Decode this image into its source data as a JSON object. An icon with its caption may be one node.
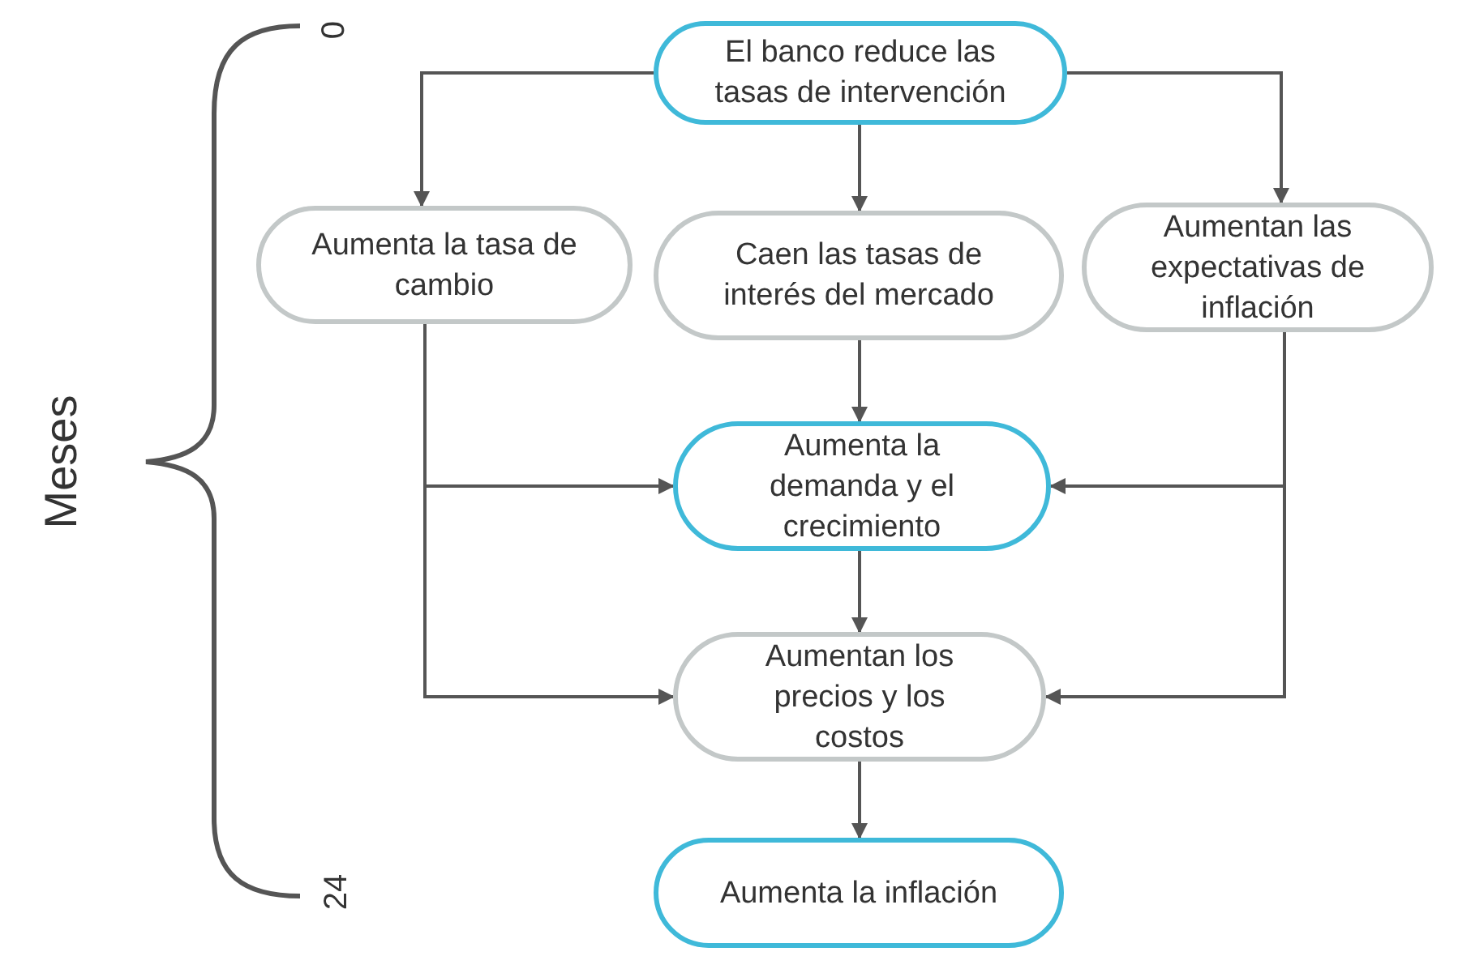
{
  "diagram": {
    "nodes": [
      {
        "text": [
          "El banco reduce las tasas de intervención"
        ]
      },
      {
        "text": [
          "Aumenta la tasa de cambio"
        ]
      },
      {
        "text": [
          "Caen las tasas de interés del mercado"
        ]
      },
      {
        "text": [
          "Aumentan las expectativas de inflación"
        ]
      },
      {
        "text": [
          "Aumenta la demanda y el crecimiento"
        ]
      },
      {
        "text": [
          "Aumentan los precios y los costos"
        ]
      },
      {
        "text": [
          "Aumenta la inflación"
        ]
      }
    ],
    "edges": [
      {
        "from": 0,
        "to": 1,
        "arrow": "to"
      },
      {
        "from": 0,
        "to": 2,
        "arrow": "to"
      },
      {
        "from": 0,
        "to": 3,
        "arrow": "to"
      },
      {
        "from": 1,
        "to": 4,
        "arrow": "to"
      },
      {
        "from": 1,
        "to": 5,
        "arrow": "to"
      },
      {
        "from": 2,
        "to": 4,
        "arrow": "to"
      },
      {
        "from": 3,
        "to": 4,
        "arrow": "to"
      },
      {
        "from": 3,
        "to": 5,
        "arrow": "to"
      },
      {
        "from": 4,
        "to": 5,
        "arrow": "to"
      },
      {
        "from": 5,
        "to": 6,
        "arrow": "to"
      }
    ],
    "labels": [
      "Meses",
      "0",
      "24"
    ]
  }
}
